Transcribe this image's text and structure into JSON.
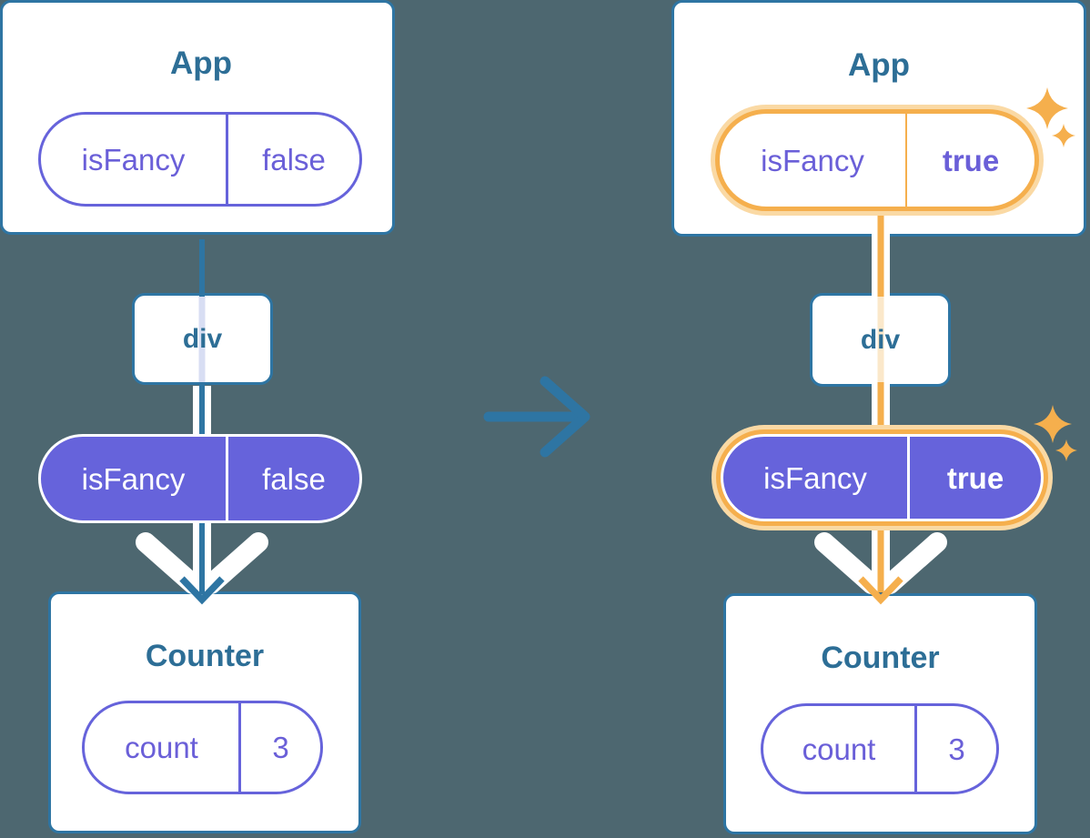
{
  "colors": {
    "background": "#4D6770",
    "card_border": "#2E75A3",
    "title": "#2D6E96",
    "purple": "#6663DB",
    "purple_text": "#6A5FD8",
    "orange": "#F5AF4D",
    "orange_light": "#FAD9A4",
    "orange_pale": "#FBE8CA",
    "lavender": "#D8DEF3"
  },
  "left_tree": {
    "app": {
      "title": "App",
      "prop": {
        "name": "isFancy",
        "value": "false"
      }
    },
    "div_node": {
      "label": "div"
    },
    "passed_prop": {
      "name": "isFancy",
      "value": "false"
    },
    "counter": {
      "title": "Counter",
      "state": {
        "name": "count",
        "value": "3"
      }
    }
  },
  "right_tree": {
    "app": {
      "title": "App",
      "prop": {
        "name": "isFancy",
        "value": "true"
      }
    },
    "div_node": {
      "label": "div"
    },
    "passed_prop": {
      "name": "isFancy",
      "value": "true"
    },
    "counter": {
      "title": "Counter",
      "state": {
        "name": "count",
        "value": "3"
      }
    }
  }
}
